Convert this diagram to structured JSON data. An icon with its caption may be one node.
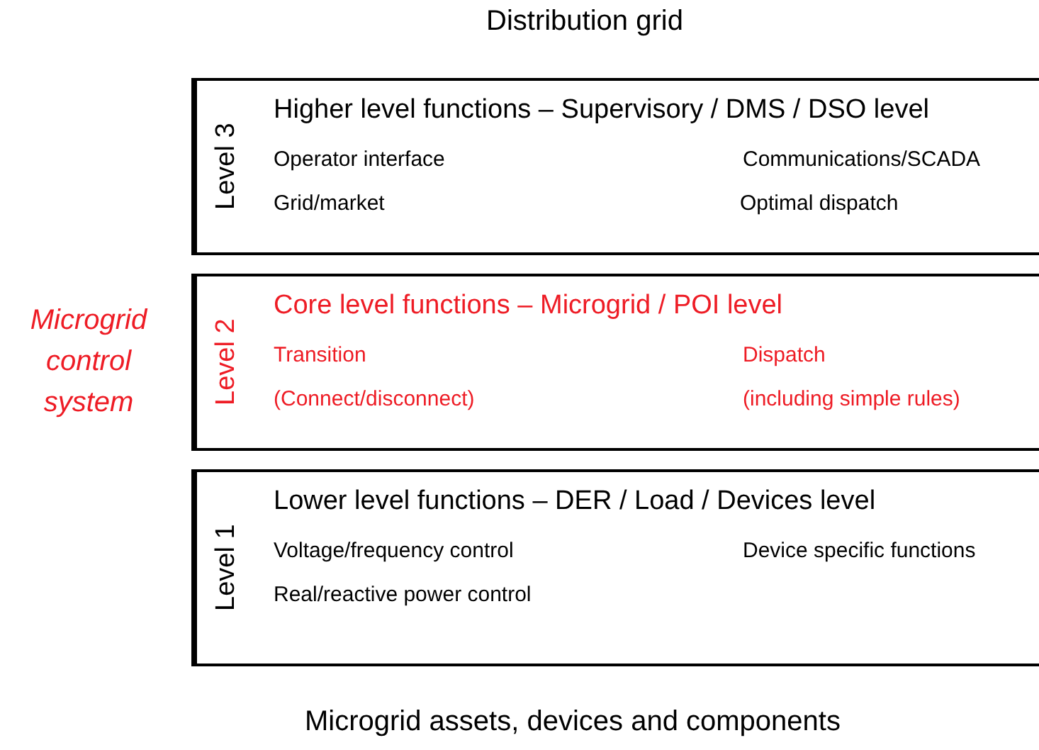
{
  "diagram": {
    "title": "Distribution grid",
    "caption": "Microgrid assets, devices and components",
    "nodes": [
      {
        "text": [
          "Higher level functions – Supervisory / DMS / DSO level",
          "Operator interface",
          "Communications/SCADA",
          "Grid/market",
          "Optimal dispatch"
        ]
      },
      {
        "text": [
          "Level 3"
        ],
        "in": 0
      },
      {
        "text": [
          "Core level functions – Microgrid / POI level",
          "Transition",
          "Dispatch",
          "(Connect/disconnect)",
          "(including simple rules)"
        ]
      },
      {
        "text": [
          "Level 2"
        ],
        "in": 2
      },
      {
        "text": [
          "Lower level functions – DER / Load / Devices level",
          "Voltage/frequency control",
          "Device specific functions",
          "Real/reactive power control"
        ]
      },
      {
        "text": [
          "Level 1"
        ],
        "in": 4
      }
    ],
    "labels": [
      "Microgrid control system"
    ]
  }
}
